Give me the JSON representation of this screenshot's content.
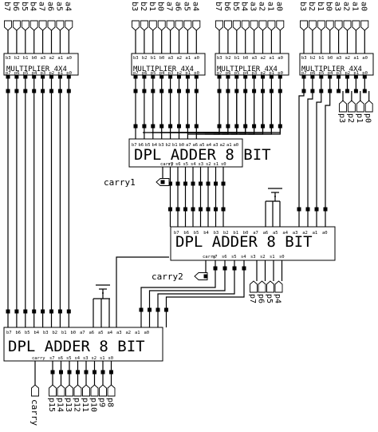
{
  "multipliers": [
    {
      "title": "MULTIPLIER 4X4",
      "top_pins": [
        "b3",
        "b2",
        "b1",
        "b0",
        "a3",
        "a2",
        "a1",
        "a0"
      ],
      "bottom_pins": [
        "p7",
        "p6",
        "p5",
        "p4",
        "p3",
        "p2",
        "p1",
        "p0"
      ]
    },
    {
      "title": "MULTIPLIER 4X4",
      "top_pins": [
        "b3",
        "b2",
        "b1",
        "b0",
        "a3",
        "a2",
        "a1",
        "a0"
      ],
      "bottom_pins": [
        "p7",
        "p6",
        "p5",
        "p4",
        "p3",
        "p2",
        "p1",
        "p0"
      ]
    },
    {
      "title": "MULTIPLIER 4X4",
      "top_pins": [
        "b3",
        "b2",
        "b1",
        "b0",
        "a3",
        "a2",
        "a1",
        "a0"
      ],
      "bottom_pins": [
        "p7",
        "p6",
        "p5",
        "p4",
        "p3",
        "p2",
        "p1",
        "p0"
      ]
    },
    {
      "title": "MULTIPLIER 4X4",
      "top_pins": [
        "b3",
        "b2",
        "b1",
        "b0",
        "a3",
        "a2",
        "a1",
        "a0"
      ],
      "bottom_pins": [
        "p7",
        "p6",
        "p5",
        "p4",
        "p3",
        "p2",
        "p1",
        "p0"
      ]
    }
  ],
  "inputs": [
    [
      "b7",
      "b6",
      "b5",
      "b4",
      "a7",
      "a6",
      "a5",
      "a4"
    ],
    [
      "b3",
      "b2",
      "b1",
      "b0",
      "a7",
      "a6",
      "a5",
      "a4"
    ],
    [
      "b7",
      "b6",
      "b5",
      "b4",
      "a3",
      "a2",
      "a1",
      "a0"
    ],
    [
      "b3",
      "b2",
      "b1",
      "b0",
      "a3",
      "a2",
      "a1",
      "a0"
    ]
  ],
  "adders": [
    {
      "title": "DPL ADDER 8 BIT",
      "top_pins": [
        "b7",
        "b6",
        "b5",
        "b4",
        "b3",
        "b2",
        "b1",
        "b0",
        "a7",
        "a6",
        "a5",
        "a4",
        "a3",
        "a2",
        "a1",
        "a0"
      ],
      "bottom_pins": [
        "carry",
        "s7",
        "s6",
        "s5",
        "s4",
        "s3",
        "s2",
        "s1",
        "s0"
      ]
    },
    {
      "title": "DPL ADDER 8 BIT",
      "top_pins": [
        "b7",
        "b6",
        "b5",
        "b4",
        "b3",
        "b2",
        "b1",
        "b0",
        "a7",
        "a6",
        "a5",
        "a4",
        "a3",
        "a2",
        "a1",
        "a0"
      ],
      "bottom_pins": [
        "carry",
        "s7",
        "s6",
        "s5",
        "s4",
        "s3",
        "s2",
        "s1",
        "s0"
      ]
    },
    {
      "title": "DPL ADDER 8 BIT",
      "top_pins": [
        "b7",
        "b6",
        "b5",
        "b4",
        "b3",
        "b2",
        "b1",
        "b0",
        "a7",
        "a6",
        "a5",
        "a4",
        "a3",
        "a2",
        "a1",
        "a0"
      ],
      "bottom_pins": [
        "carry",
        "s7",
        "s6",
        "s5",
        "s4",
        "s3",
        "s2",
        "s1",
        "s0"
      ]
    }
  ],
  "signals": {
    "carry1": "carry1",
    "carry2": "carry2",
    "carry": "carry",
    "outputs_low": [
      "p3",
      "p2",
      "p1",
      "p0"
    ],
    "outputs_mid": [
      "p7",
      "p6",
      "p5",
      "p4"
    ],
    "outputs_high": [
      "p15",
      "p14",
      "p13",
      "p12",
      "p11",
      "p10",
      "p9",
      "p8"
    ]
  }
}
